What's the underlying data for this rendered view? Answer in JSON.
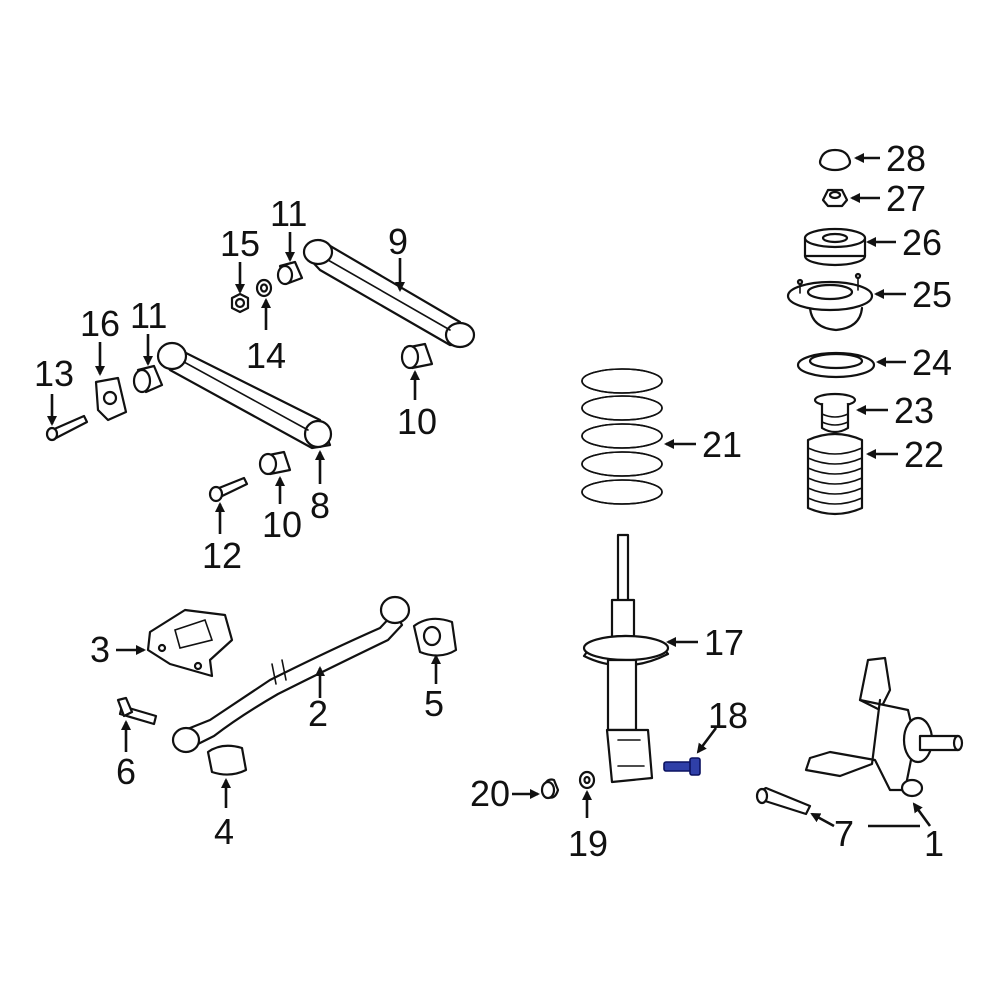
{
  "diagram": {
    "highlight_color": "#2f3fa8",
    "ink_color": "#111111",
    "callouts": [
      "1",
      "2",
      "3",
      "4",
      "5",
      "6",
      "7",
      "8",
      "9",
      "10",
      "10",
      "11",
      "11",
      "12",
      "13",
      "14",
      "15",
      "16",
      "17",
      "18",
      "19",
      "20",
      "21",
      "22",
      "23",
      "24",
      "25",
      "26",
      "27",
      "28"
    ]
  }
}
